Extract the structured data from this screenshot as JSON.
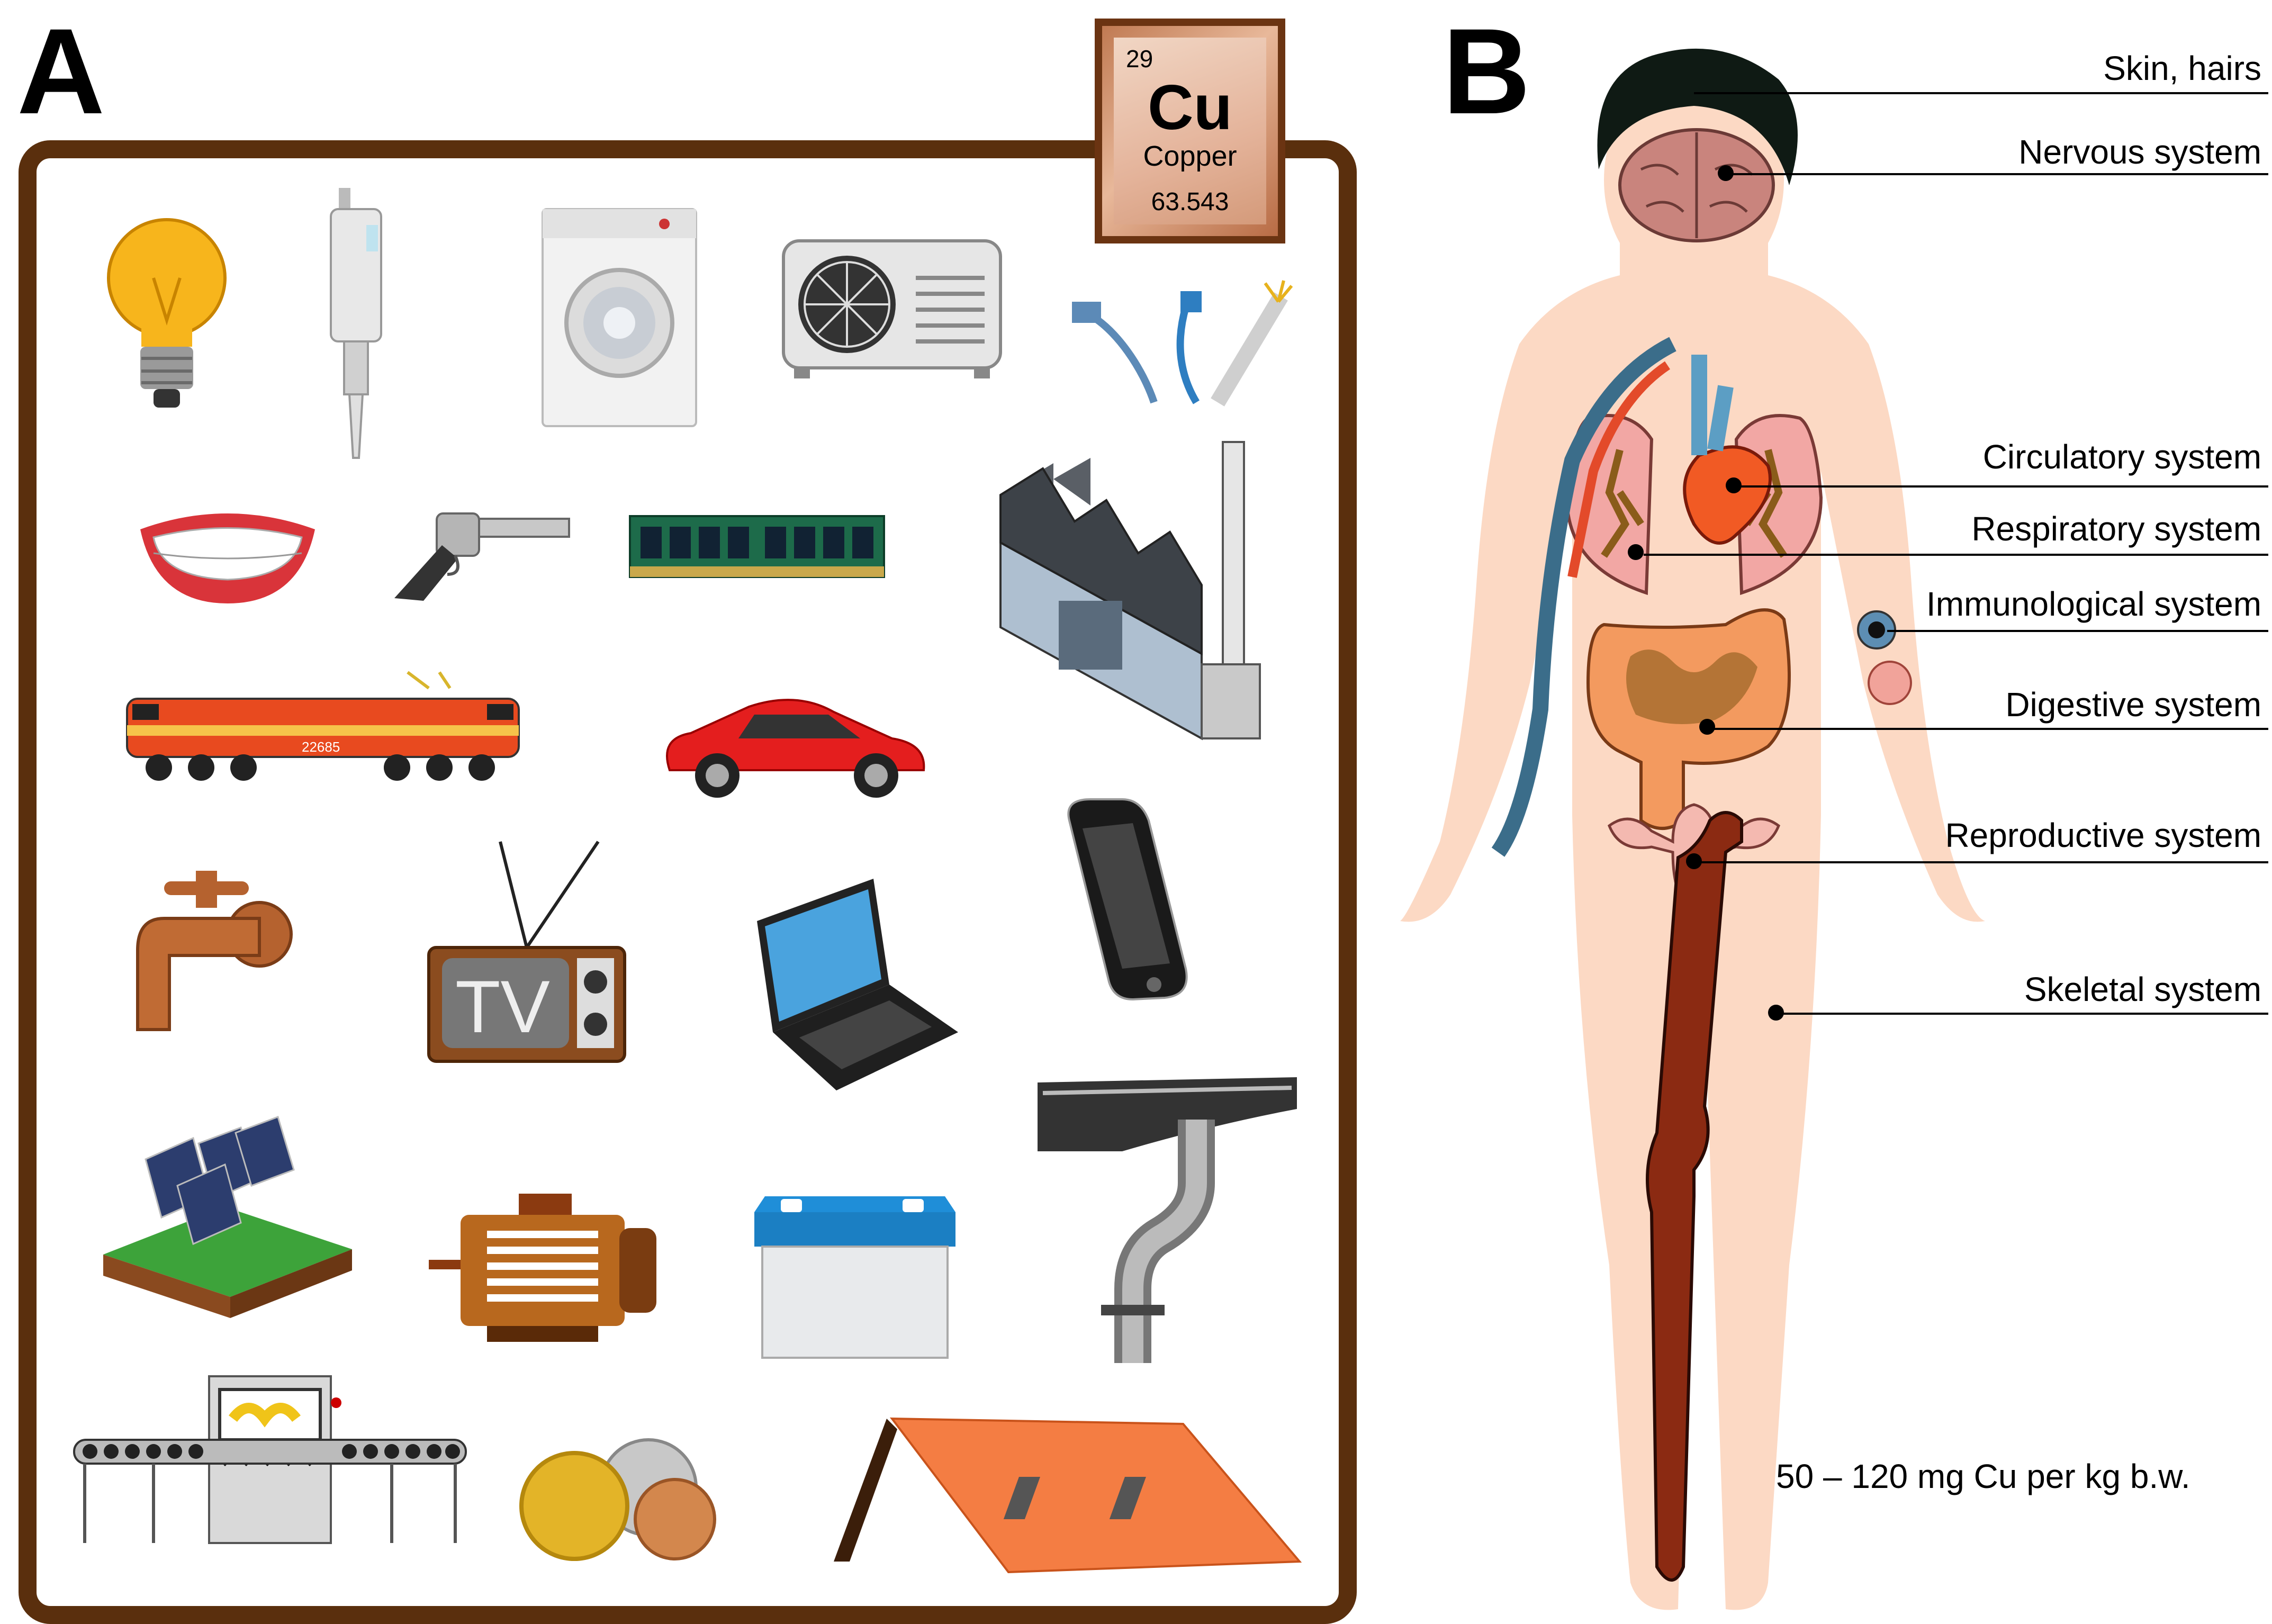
{
  "panel_a": {
    "letter": "A",
    "element_tile": {
      "atomic_number": "29",
      "symbol": "Cu",
      "name": "Copper",
      "atomic_mass": "63.543"
    },
    "tv_screen_text": "TV",
    "train_number": "22685",
    "icons": [
      "light-bulb",
      "pipette",
      "washing-machine",
      "air-conditioner",
      "cables",
      "teeth",
      "revolver",
      "ram-module",
      "factory",
      "locomotive",
      "car",
      "faucet",
      "television",
      "laptop",
      "smartphone",
      "solar-panels",
      "electric-motor",
      "car-battery",
      "rain-gutter",
      "conveyor-machine",
      "coins",
      "roof"
    ]
  },
  "panel_b": {
    "letter": "B",
    "labels": [
      "Skin, hairs",
      "Nervous system",
      "Circulatory system",
      "Respiratory system",
      "Immunological system",
      "Digestive system",
      "Reproductive system",
      "Skeletal system"
    ],
    "footnote": "50 – 120 mg Cu per kg b.w."
  },
  "colors": {
    "frame": "#5a2f0d",
    "copper": "#b86c45",
    "skin": "#fcd9c4",
    "bone": "#8b2a12"
  }
}
